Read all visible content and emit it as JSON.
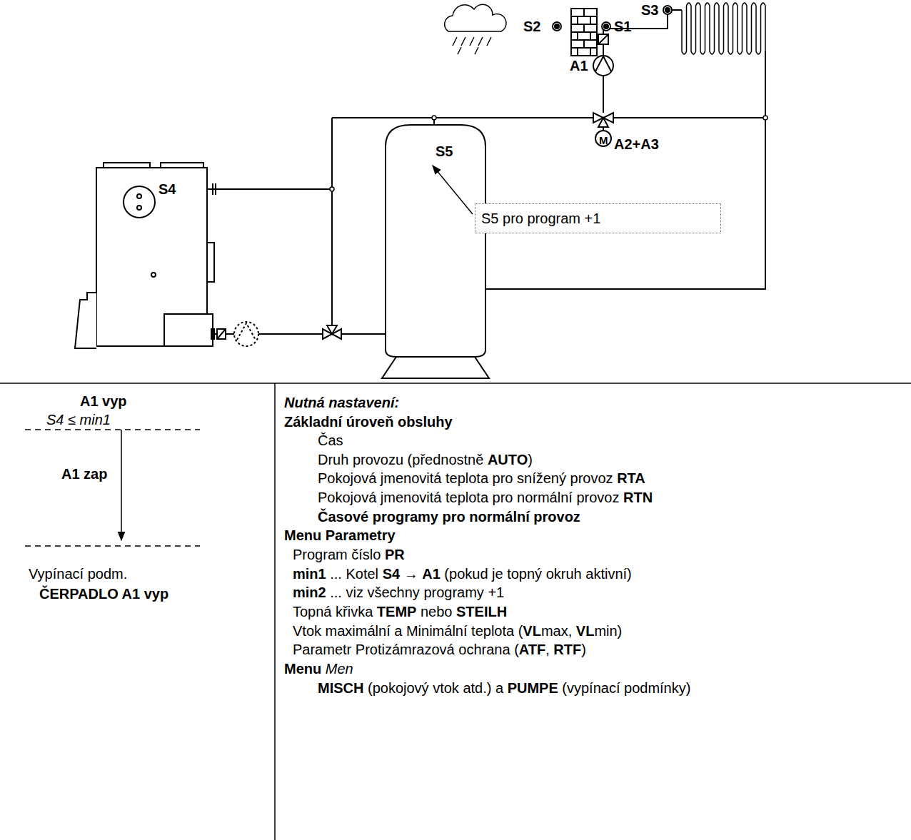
{
  "diagram": {
    "nodes": [
      {
        "text": [
          "S5 pro program +1"
        ]
      }
    ],
    "labels": [
      "S2",
      "S1",
      "S3",
      "A1",
      "M",
      "A2+A3",
      "S4",
      "S5",
      "A1 vyp",
      "S4 ≤ min1",
      "A1 zap",
      "Vypínací podm.",
      "ČERPADLO A1 vyp",
      "Nutná nastavení:",
      "Základní úroveň obsluhy",
      "Čas",
      "Druh provozu (přednostně AUTO)",
      "Pokojová jmenovitá teplota pro snížený provoz RTA",
      "Pokojová jmenovitá teplota pro normální provoz RTN",
      "Časové programy pro normální provoz",
      "Menu Parametry",
      "Program číslo PR",
      "min1 ... Kotel S4 → A1 (pokud je topný okruh aktivní)",
      "min2 ... viz všechny programy +1",
      "Topná křivka TEMP nebo STEILH",
      "Vtok maximální a Minimální teplota (VLmax, VLmin)",
      "Parametr Protizámrazová ochrana (ATF, RTF)",
      "Menu Men",
      "MISCH (pokojový vtok atd.) a PUMPE (vypínací podmínky)"
    ]
  }
}
